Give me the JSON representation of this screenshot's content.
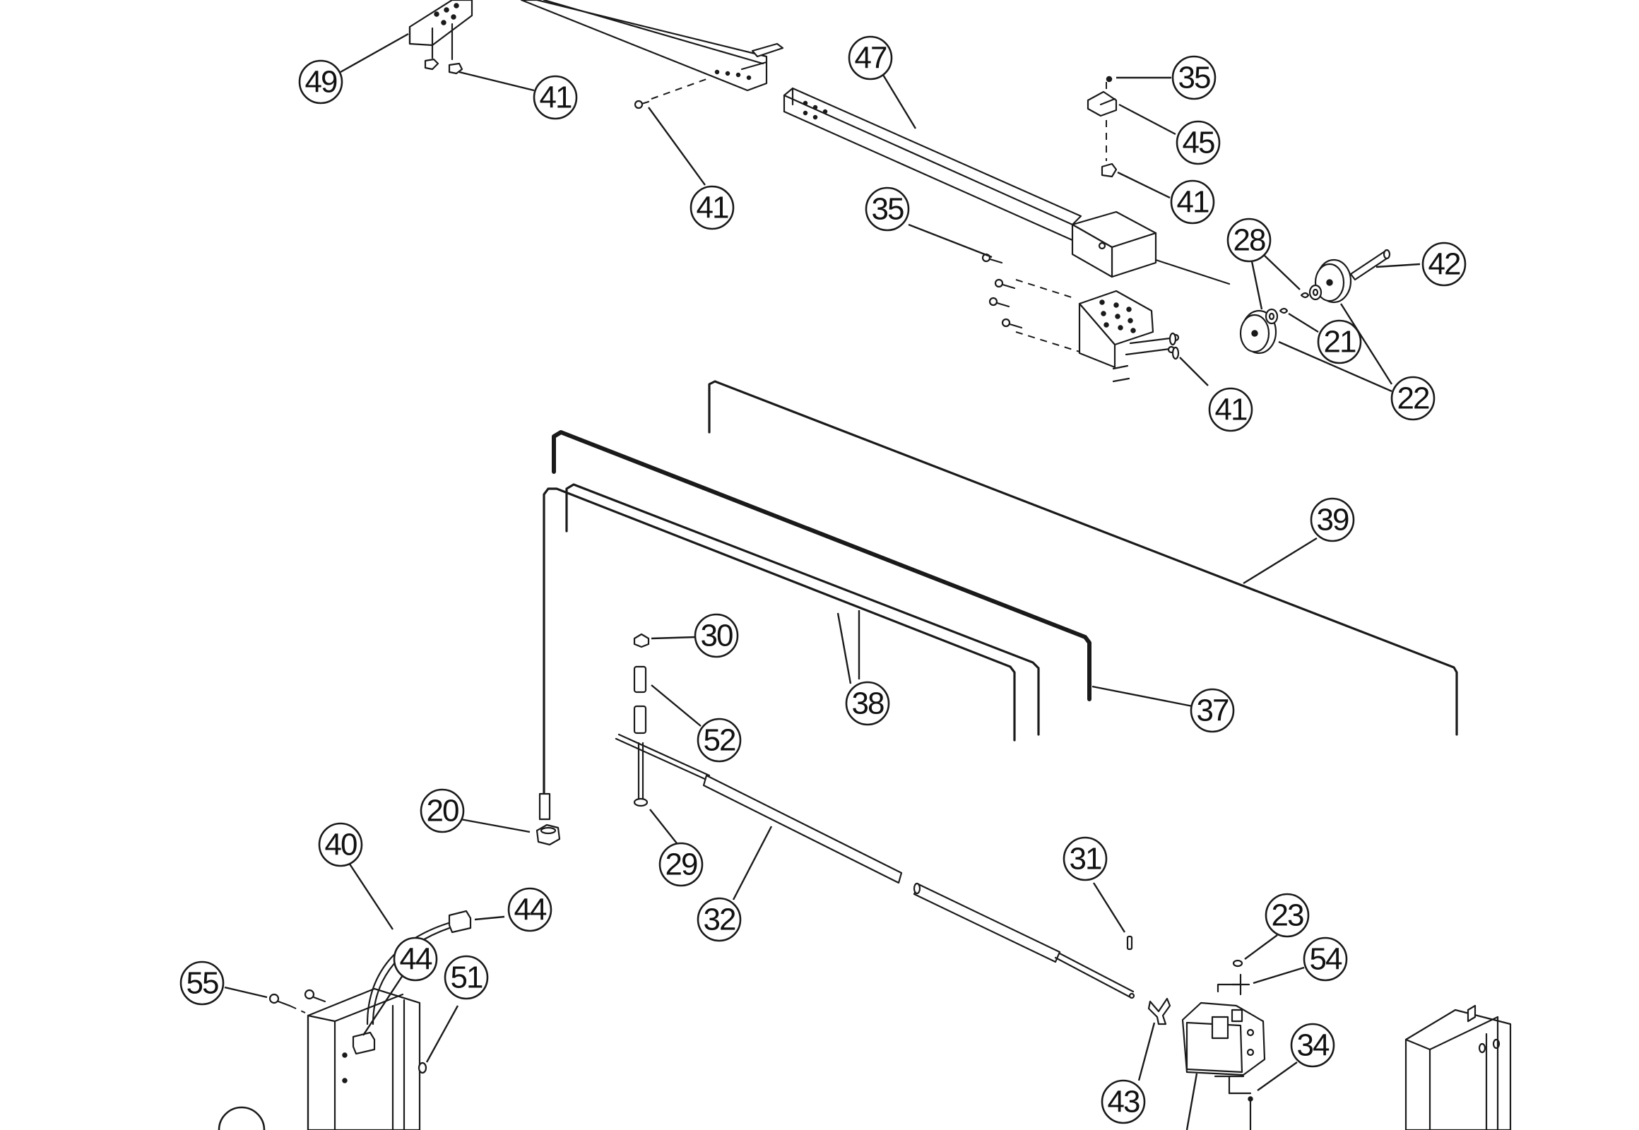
{
  "callouts": [
    {
      "id": "c49",
      "label": "49"
    },
    {
      "id": "c41a",
      "label": "41"
    },
    {
      "id": "c41b",
      "label": "41"
    },
    {
      "id": "c47",
      "label": "47"
    },
    {
      "id": "c35a",
      "label": "35"
    },
    {
      "id": "c45",
      "label": "45"
    },
    {
      "id": "c41c",
      "label": "41"
    },
    {
      "id": "c35b",
      "label": "35"
    },
    {
      "id": "c28",
      "label": "28"
    },
    {
      "id": "c42",
      "label": "42"
    },
    {
      "id": "c21",
      "label": "21"
    },
    {
      "id": "c22",
      "label": "22"
    },
    {
      "id": "c41d",
      "label": "41"
    },
    {
      "id": "c39",
      "label": "39"
    },
    {
      "id": "c30",
      "label": "30"
    },
    {
      "id": "c38",
      "label": "38"
    },
    {
      "id": "c37",
      "label": "37"
    },
    {
      "id": "c52",
      "label": "52"
    },
    {
      "id": "c20",
      "label": "20"
    },
    {
      "id": "c40",
      "label": "40"
    },
    {
      "id": "c29",
      "label": "29"
    },
    {
      "id": "c31",
      "label": "31"
    },
    {
      "id": "c44a",
      "label": "44"
    },
    {
      "id": "c32",
      "label": "32"
    },
    {
      "id": "c23",
      "label": "23"
    },
    {
      "id": "c44b",
      "label": "44"
    },
    {
      "id": "c51",
      "label": "51"
    },
    {
      "id": "c55",
      "label": "55"
    },
    {
      "id": "c54",
      "label": "54"
    },
    {
      "id": "c34",
      "label": "34"
    },
    {
      "id": "c43",
      "label": "43"
    }
  ]
}
